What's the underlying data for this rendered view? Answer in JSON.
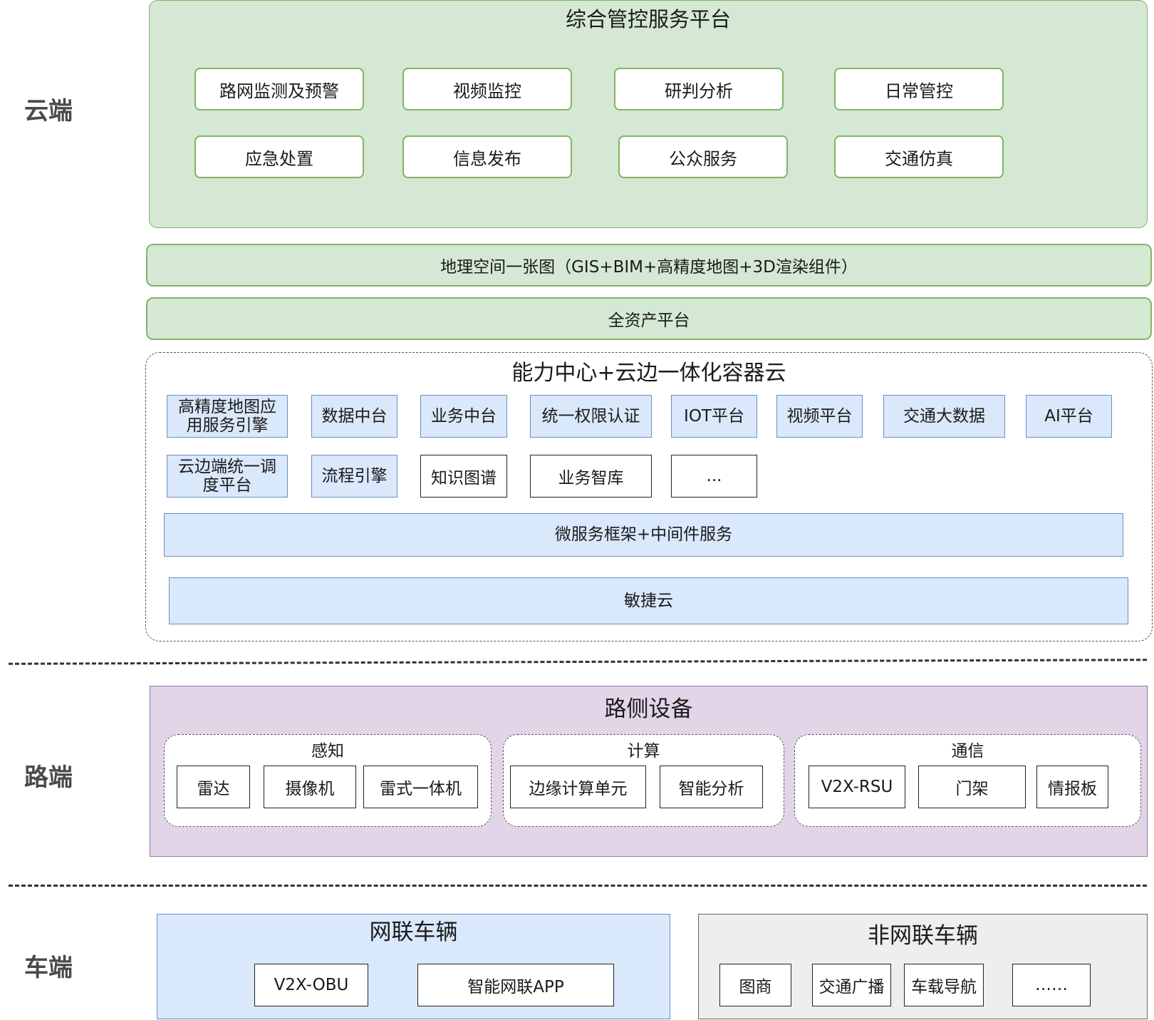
{
  "layers": {
    "cloud": "云端",
    "road": "路端",
    "vehicle": "车端"
  },
  "integrated_platform": {
    "title": "综合管控服务平台",
    "items": [
      "路网监测及预警",
      "视频监控",
      "研判分析",
      "日常管控",
      "应急处置",
      "信息发布",
      "公众服务",
      "交通仿真"
    ]
  },
  "gis_bar": "地理空间一张图（GIS+BIM+高精度地图+3D渲染组件）",
  "asset_bar": "全资产平台",
  "capability_center": {
    "title": "能力中心+云边一体化容器云",
    "row1": [
      "高精度地图应用服务引擎",
      "数据中台",
      "业务中台",
      "统一权限认证",
      "IOT平台",
      "视频平台",
      "交通大数据",
      "AI平台"
    ],
    "row2": [
      "云边端统一调度平台",
      "流程引擎",
      "知识图谱",
      "业务智库",
      "..."
    ],
    "microservice": "微服务框架+中间件服务",
    "agile_cloud": "敏捷云"
  },
  "roadside": {
    "title": "路侧设备",
    "perception": {
      "title": "感知",
      "items": [
        "雷达",
        "摄像机",
        "雷式一体机"
      ]
    },
    "compute": {
      "title": "计算",
      "items": [
        "边缘计算单元",
        "智能分析"
      ]
    },
    "comm": {
      "title": "通信",
      "items": [
        "V2X-RSU",
        "门架",
        "情报板"
      ]
    }
  },
  "connected_vehicles": {
    "title": "网联车辆",
    "items": [
      "V2X-OBU",
      "智能网联APP"
    ]
  },
  "non_connected_vehicles": {
    "title": "非网联车辆",
    "items": [
      "图商",
      "交通广播",
      "车载导航",
      "……"
    ]
  },
  "colors": {
    "green_fill": "#d5e8d4",
    "green_stroke": "#82b366",
    "blue_fill": "#dae8fc",
    "blue_stroke": "#6c8ebf",
    "purple_fill": "#e1d5e7",
    "purple_stroke": "#9673a6",
    "gray_fill": "#eeeeee"
  }
}
